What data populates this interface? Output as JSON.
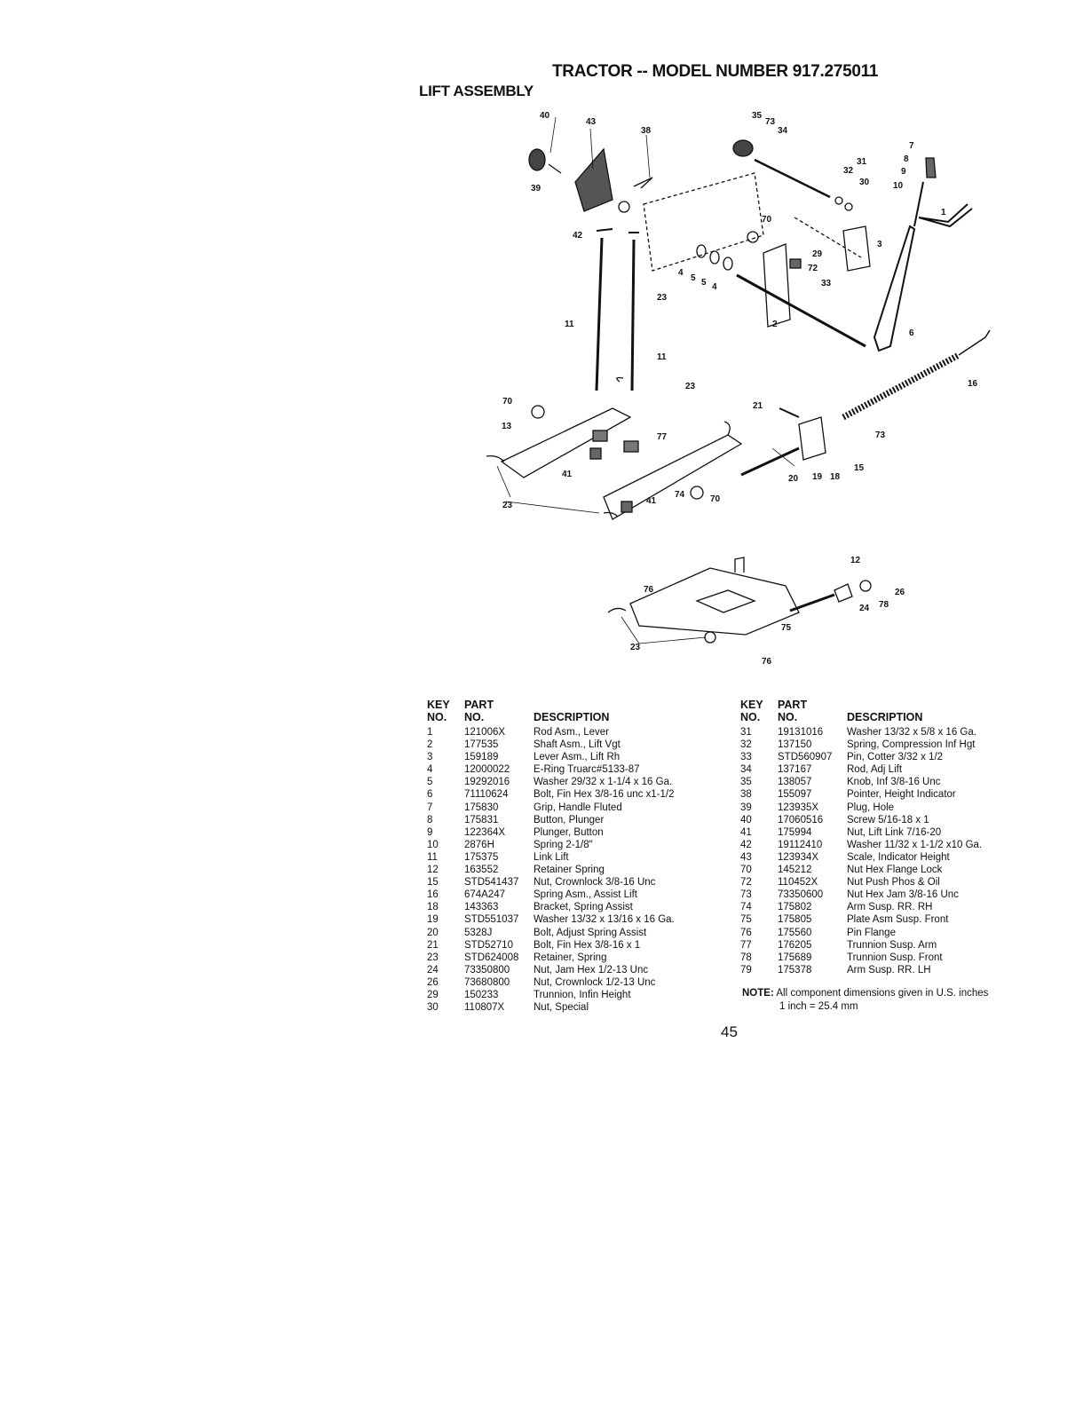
{
  "header": {
    "title": "TRACTOR -- MODEL NUMBER 917.275011",
    "subtitle": "LIFT ASSEMBLY"
  },
  "diagram": {
    "callouts": [
      "40",
      "43",
      "38",
      "39",
      "42",
      "35",
      "73",
      "34",
      "31",
      "32",
      "30",
      "7",
      "8",
      "9",
      "10",
      "1",
      "3",
      "70",
      "29",
      "72",
      "33",
      "4",
      "5",
      "5",
      "4",
      "2",
      "6",
      "23",
      "11",
      "11",
      "23",
      "16",
      "70",
      "13",
      "77",
      "21",
      "73",
      "41",
      "15",
      "20",
      "19",
      "18",
      "74",
      "70",
      "41",
      "23",
      "12",
      "26",
      "76",
      "24",
      "78",
      "75",
      "23",
      "76"
    ]
  },
  "table_left": {
    "headers": {
      "key_line1": "KEY",
      "key_line2": "NO.",
      "part_line1": "PART",
      "part_line2": "NO.",
      "description": "DESCRIPTION"
    },
    "rows": [
      {
        "key": "1",
        "part": "121006X",
        "desc": "Rod Asm., Lever"
      },
      {
        "key": "2",
        "part": "177535",
        "desc": "Shaft Asm., Lift Vgt"
      },
      {
        "key": "3",
        "part": "159189",
        "desc": "Lever Asm., Lift Rh"
      },
      {
        "key": "4",
        "part": "12000022",
        "desc": "E-Ring Truarc#5133-87"
      },
      {
        "key": "5",
        "part": "19292016",
        "desc": "Washer 29/32 x 1-1/4 x 16 Ga."
      },
      {
        "key": "6",
        "part": "71110624",
        "desc": "Bolt, Fin Hex 3/8-16 unc x1-1/2"
      },
      {
        "key": "7",
        "part": "175830",
        "desc": "Grip, Handle Fluted"
      },
      {
        "key": "8",
        "part": "175831",
        "desc": "Button, Plunger"
      },
      {
        "key": "9",
        "part": "122364X",
        "desc": "Plunger, Button"
      },
      {
        "key": "10",
        "part": "2876H",
        "desc": "Spring 2-1/8\""
      },
      {
        "key": "11",
        "part": "175375",
        "desc": "Link Lift"
      },
      {
        "key": "12",
        "part": "163552",
        "desc": "Retainer Spring"
      },
      {
        "key": "15",
        "part": "STD541437",
        "desc": "Nut, Crownlock 3/8-16 Unc"
      },
      {
        "key": "16",
        "part": "674A247",
        "desc": "Spring Asm., Assist Lift"
      },
      {
        "key": "18",
        "part": "143363",
        "desc": "Bracket, Spring Assist"
      },
      {
        "key": "19",
        "part": "STD551037",
        "desc": "Washer 13/32 x 13/16 x 16 Ga."
      },
      {
        "key": "20",
        "part": "5328J",
        "desc": "Bolt, Adjust Spring Assist"
      },
      {
        "key": "21",
        "part": "STD52710",
        "desc": "Bolt, Fin Hex 3/8-16 x 1"
      },
      {
        "key": "23",
        "part": "STD624008",
        "desc": "Retainer, Spring"
      },
      {
        "key": "24",
        "part": "73350800",
        "desc": "Nut, Jam Hex 1/2-13 Unc"
      },
      {
        "key": "26",
        "part": "73680800",
        "desc": "Nut, Crownlock 1/2-13 Unc"
      },
      {
        "key": "29",
        "part": "150233",
        "desc": "Trunnion, Infin Height"
      },
      {
        "key": "30",
        "part": "110807X",
        "desc": "Nut, Special"
      }
    ]
  },
  "table_right": {
    "headers": {
      "key_line1": "KEY",
      "key_line2": "NO.",
      "part_line1": "PART",
      "part_line2": "NO.",
      "description": "DESCRIPTION"
    },
    "rows": [
      {
        "key": "31",
        "part": "19131016",
        "desc": "Washer 13/32 x 5/8 x 16 Ga."
      },
      {
        "key": "32",
        "part": "137150",
        "desc": "Spring, Compression Inf Hgt"
      },
      {
        "key": "33",
        "part": "STD560907",
        "desc": "Pin, Cotter 3/32 x 1/2"
      },
      {
        "key": "34",
        "part": "137167",
        "desc": "Rod, Adj Lift"
      },
      {
        "key": "35",
        "part": "138057",
        "desc": "Knob, Inf 3/8-16 Unc"
      },
      {
        "key": "38",
        "part": "155097",
        "desc": "Pointer, Height Indicator"
      },
      {
        "key": "39",
        "part": "123935X",
        "desc": "Plug, Hole"
      },
      {
        "key": "40",
        "part": "17060516",
        "desc": "Screw 5/16-18 x 1"
      },
      {
        "key": "41",
        "part": "175994",
        "desc": "Nut, Lift Link 7/16-20"
      },
      {
        "key": "42",
        "part": "19112410",
        "desc": "Washer 11/32 x 1-1/2 x10 Ga."
      },
      {
        "key": "43",
        "part": "123934X",
        "desc": "Scale, Indicator Height"
      },
      {
        "key": "70",
        "part": "145212",
        "desc": "Nut Hex Flange Lock"
      },
      {
        "key": "72",
        "part": "110452X",
        "desc": "Nut Push Phos & Oil"
      },
      {
        "key": "73",
        "part": "73350600",
        "desc": "Nut Hex Jam 3/8-16 Unc"
      },
      {
        "key": "74",
        "part": "175802",
        "desc": "Arm Susp. RR. RH"
      },
      {
        "key": "75",
        "part": "175805",
        "desc": "Plate Asm Susp. Front"
      },
      {
        "key": "76",
        "part": "175560",
        "desc": "Pin Flange"
      },
      {
        "key": "77",
        "part": "176205",
        "desc": "Trunnion Susp. Arm"
      },
      {
        "key": "78",
        "part": "175689",
        "desc": "Trunnion Susp. Front"
      },
      {
        "key": "79",
        "part": "175378",
        "desc": "Arm Susp. RR. LH"
      }
    ]
  },
  "note": {
    "label": "NOTE:",
    "text": "All component dimensions given in U.S. inches",
    "conversion": "1 inch = 25.4 mm"
  },
  "page_number": "45"
}
